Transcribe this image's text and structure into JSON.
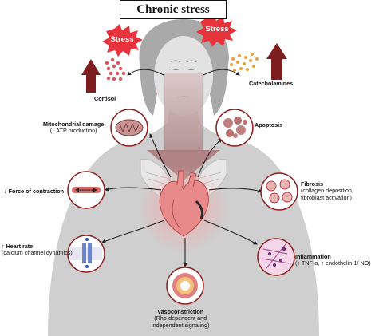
{
  "title": "Chronic stress",
  "stress_left": "Stress",
  "stress_right": "Stress",
  "hormones": {
    "left": "Cortisol",
    "right": "Catecholamines"
  },
  "effects": {
    "mito": {
      "title": "Mitochondrial damage",
      "detail": "(↓ ATP production)"
    },
    "apoptosis": {
      "title": "Apoptosis"
    },
    "contraction": {
      "title": "↓ Force of contraction"
    },
    "fibrosis": {
      "title": "Fibrosis",
      "detail1": "(collagen deposition,",
      "detail2": "fibroblast activation)"
    },
    "heart_rate": {
      "title": "↑ Heart rate",
      "detail": "(calcium channel dynamics)"
    },
    "inflammation": {
      "title": "Inflammation",
      "detail": "(↑ TNF-α, ↑ endothelin-1/ NO)"
    },
    "vaso": {
      "title": "Vasoconstriction",
      "detail1": "(Rho-dependent and",
      "detail2": "independent signaling)"
    }
  },
  "colors": {
    "stress_burst": "#e8323c",
    "arrow_dark_red": "#7d1d1d",
    "cortisol_dots": "#e0525a",
    "catecholamine_dots": "#e8a23a",
    "circle_border": "#8b2020",
    "silhouette": "#c9c9c9"
  }
}
